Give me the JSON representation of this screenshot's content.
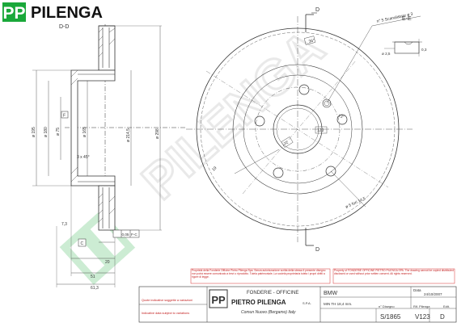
{
  "brand": {
    "name": "PILENGA",
    "logo_letters": "PP",
    "green": "#1aa83a",
    "watermark": "PILENGA"
  },
  "section": {
    "left_label": "D-D",
    "right_label": "E-E",
    "cut_marker": "D"
  },
  "dims_side": {
    "d195": "ø 195",
    "d180": "ø 180",
    "d75": "ø 75",
    "d165": "ø 165",
    "d214": "ø 214,5",
    "d298": "ø 298",
    "chamfer": "3 x 45°",
    "w73": "7,3",
    "w20": "20",
    "w51": "51",
    "w613": "61,3",
    "flatness": "0,05",
    "datum_ref": "F-C",
    "datum_c": "C",
    "datum_f": "F"
  },
  "dims_front": {
    "angle36": "36°",
    "hole_label": "ø 5 fori 14,5",
    "pcd": "120",
    "center_label": "72",
    "groove_label": "n° 5 Scanalature ø 3",
    "groove_depth": "0,3",
    "groove_w": "ø 2,5",
    "e": "E",
    "d": "D",
    "angle72": "72°",
    "rim": "19"
  },
  "notes": {
    "it": "Proprietà della Fonderie Officine Pietro Pilenga Spa. Senza autorizzazione scritta della stessa il presente disegno non potrà essere comunicato a terzi o riprodotto. Tutela patrimoniale, La società proprietaria tutela i propri diritti a rigore di legge.",
    "en": "Property of FONDERIE OFFICINE PIETRO PILENGA SPA. The drawing cannot be copied distributed disclosed or used without prior written consent. All rights reserved.",
    "indicative_it": "Quote indicative soggette a variazioni",
    "indicative_en": "Indicative data subject to variations"
  },
  "titleblock": {
    "company_top": "FONDERIE - OFFICINE",
    "company_name": "PIETRO PILENGA",
    "company_suffix": "S.P.A.",
    "address": "Comun Nuovo (Bergamo) Italy",
    "vehicle": "BMW",
    "min_th": "MIN TH 18,4 mm.",
    "data_label": "Data",
    "date": "24/10/2007",
    "disegno_label": "n° Disegno",
    "rif_label": "Rif. Pilenga",
    "edit_label": "Edit.",
    "drawing_no": "S/1865",
    "ref_no": "V123",
    "edition": "D"
  }
}
